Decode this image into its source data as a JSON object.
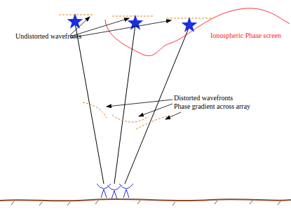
{
  "diagram": {
    "labels": [
      "Undistorted wavefronts",
      "Ionospheric Phase screen",
      "Distorted wavefronts",
      "Phase gradient across array"
    ]
  }
}
